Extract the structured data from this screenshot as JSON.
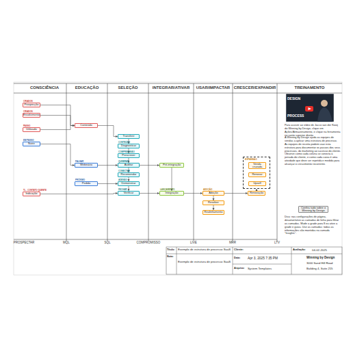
{
  "diagram": {
    "nodes": [
      {
        "text": [
          "CRIADOS",
          "Prospecção"
        ]
      },
      {
        "text": [
          "CRIADOS",
          "Envolvimento"
        ]
      },
      {
        "text": [
          "PASSO",
          "Utilizado"
        ]
      },
      {
        "text": [
          "EM PASSO",
          "Nutrir"
        ]
      },
      {
        "text": [
          "TL - CONTATO QUENTE",
          "Indicação"
        ]
      },
      {
        "text": [
          "Conteúdo"
        ]
      },
      {
        "text": [
          "FALHAR",
          "Webinário"
        ]
      },
      {
        "text": [
          "PRÓXIMO",
          "Pedido"
        ]
      },
      {
        "text": [
          "Transferir"
        ]
      },
      {
        "text": [
          "CONTEÚDO",
          "Diagnosticar"
        ]
      },
      {
        "text": [
          "COMPREENSÃO",
          "Prescrever"
        ]
      },
      {
        "text": [
          "QUEBRAR",
          "Auditar"
        ]
      },
      {
        "text": [
          "CONECTAR",
          "Recomendar"
        ]
      },
      {
        "text": [
          "ADESÃO",
          "Demonstrar"
        ]
      },
      {
        "text": [
          "FECHAR",
          "Verificar"
        ]
      },
      {
        "text": [
          "Pré-integração"
        ]
      },
      {
        "text": [
          "LANÇAMENTO",
          "Integração"
        ]
      },
      {
        "text": [
          "ADOÇÃO",
          "Adoção"
        ]
      },
      {
        "text": [
          "Resolver"
        ]
      },
      {
        "text": [
          "Realinhamento"
        ]
      },
      {
        "text": [
          "EXPANSÃO"
        ]
      },
      {
        "text": [
          "Venda cruzada"
        ],
        "in": 20
      },
      {
        "text": [
          "Renovar"
        ],
        "in": 20
      },
      {
        "text": [
          "Upsell"
        ],
        "in": 20
      },
      {
        "text": [
          "Renovação"
        ]
      },
      {
        "text": [
          "Confira tudo sobre o Winning by Design"
        ]
      }
    ],
    "edges": [
      {
        "from": 0,
        "to": 5,
        "arrow": "to"
      },
      {
        "from": 1,
        "to": 5,
        "arrow": "to"
      },
      {
        "from": 2,
        "to": 5,
        "arrow": "to"
      },
      {
        "from": 3,
        "to": 6,
        "arrow": "to"
      },
      {
        "from": 4,
        "to": 14,
        "arrow": "to"
      },
      {
        "from": 5,
        "to": 8,
        "arrow": "to"
      },
      {
        "from": 6,
        "to": 11,
        "arrow": "to"
      },
      {
        "from": 7,
        "to": 13,
        "arrow": "to"
      },
      {
        "from": 8,
        "to": 9,
        "arrow": "to"
      },
      {
        "from": 9,
        "to": 10,
        "arrow": "to"
      },
      {
        "from": 10,
        "to": 11,
        "arrow": "to"
      },
      {
        "from": 11,
        "to": 12,
        "arrow": "to"
      },
      {
        "from": 12,
        "to": 13,
        "arrow": "to"
      },
      {
        "from": 13,
        "to": 14,
        "arrow": "to"
      },
      {
        "from": 11,
        "to": 15,
        "arrow": "to"
      },
      {
        "from": 15,
        "to": 16,
        "arrow": "to"
      },
      {
        "from": 14,
        "to": 16,
        "arrow": "to"
      },
      {
        "from": 16,
        "to": 17,
        "arrow": "to"
      },
      {
        "from": 17,
        "to": 18,
        "arrow": "to"
      },
      {
        "from": 18,
        "to": 19,
        "arrow": "to"
      },
      {
        "from": 17,
        "to": 24,
        "arrow": "to"
      },
      {
        "from": 24,
        "to": 20,
        "arrow": "to"
      }
    ],
    "labels": [
      "CONSCIÊNCIA",
      "EDUCAÇÃO",
      "SELEÇÃO",
      "INTEGRAR/ATIVAR",
      "USAR/IMPACTAR",
      "CRESCER/EXPANDIR",
      "TREINAMENTO",
      "PROSPECTAR",
      "MQL",
      "SQL",
      "COMPROMISSO",
      "LIVE",
      "MRR",
      "LTV",
      "DESIGN",
      "PROCESS",
      "Para assistir ao vídeo de Jacco van der Kooij do Winning by Design, clique em Ações/Armazenamento, e clique na ferramenta no canto superior direito.",
      "A Winning by Design ajuda as equipes de vendas a aplicar uma estrutura de processo. As equipes de receita podem usar esta estrutura para documentar os passos dos seus processos, do marketing ao sucesso do cliente. Observe como cada coluna se conecta à jornada do cliente, e como cada caixa é uma atividade que deve ser repetida e medida para alcançar o crescimento recorrente.",
      "Dica: nas configurações de página, desative/ative as camadas de linha para filtrar as camadas. Mude a grade para 8 ou ative a grade e guias. Use as camadas: todas as informações são mantidas na camada \"Insights\".",
      "Título:",
      "Exemplo de estrutura de processo SaaS",
      "Nota:",
      "Exemplo de estrutura de processo SaaS",
      "Cliente:",
      "Data:",
      "Apr 3, 2025 7:35 PM",
      "Arquivo:",
      "System Templates",
      "Avaliação:",
      "04-02-2025",
      "Winning by Design",
      "3000 Sand Hill Road",
      "Building 4, Suite 215"
    ]
  }
}
